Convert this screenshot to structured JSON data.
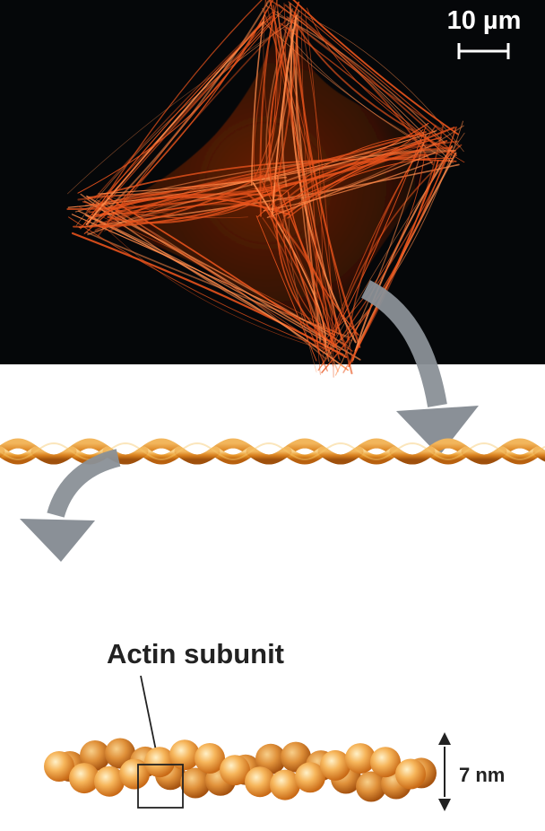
{
  "micrograph": {
    "scale_bar_label": "10 µm",
    "background_color": "#050709",
    "stain_color": "#e8531c"
  },
  "filament": {
    "color": "#e89a2c",
    "highlight_color": "#f7c86a"
  },
  "subunit": {
    "label": "Actin subunit",
    "diameter_label": "7 nm",
    "color": "#f0a94a"
  },
  "arrows": {
    "color": "#8a9097"
  }
}
